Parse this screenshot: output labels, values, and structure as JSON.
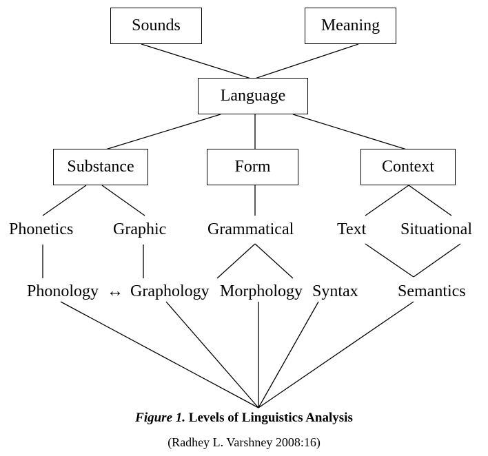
{
  "diagram": {
    "nodes": {
      "sounds": "Sounds",
      "meaning": "Meaning",
      "language": "Language",
      "substance": "Substance",
      "form": "Form",
      "context": "Context",
      "phonetics": "Phonetics",
      "graphic": "Graphic",
      "grammatical": "Grammatical",
      "text": "Text",
      "situational": "Situational",
      "phonology": "Phonology",
      "arrow": "↔",
      "graphology": "Graphology",
      "morphology": "Morphology",
      "syntax": "Syntax",
      "semantics": "Semantics"
    }
  },
  "caption": {
    "figure_label": "Figure 1.",
    "title": " Levels of Linguistics Analysis",
    "source": "(Radhey L. Varshney 2008:16)"
  }
}
